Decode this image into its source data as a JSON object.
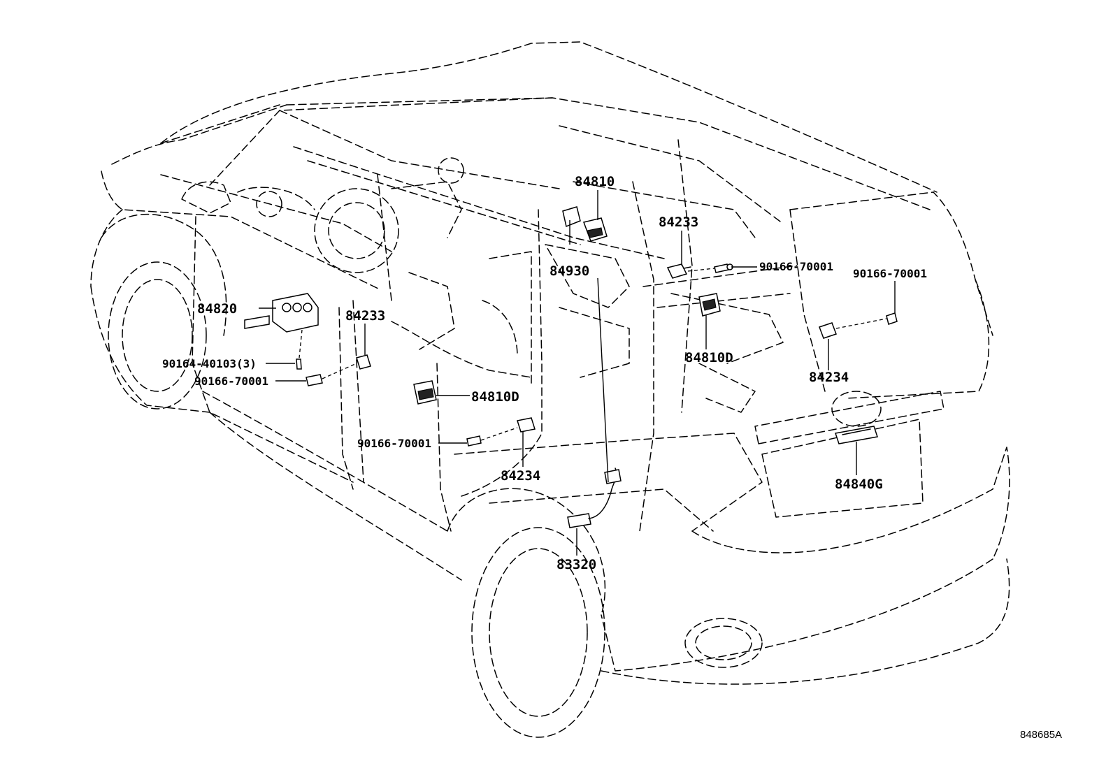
{
  "diagram_id": "848685A",
  "callouts": [
    {
      "id": "c-84810-top",
      "text": "84810"
    },
    {
      "id": "c-84233-right",
      "text": "84233"
    },
    {
      "id": "c-90166-a",
      "text": "90166-70001"
    },
    {
      "id": "c-90166-b",
      "text": "90166-70001"
    },
    {
      "id": "c-84930",
      "text": "84930"
    },
    {
      "id": "c-84820",
      "text": "84820"
    },
    {
      "id": "c-84233-left",
      "text": "84233"
    },
    {
      "id": "c-90164",
      "text": "90164-40103(3)"
    },
    {
      "id": "c-90166-c",
      "text": "90166-70001"
    },
    {
      "id": "c-84810d-right",
      "text": "84810D"
    },
    {
      "id": "c-84234-right",
      "text": "84234"
    },
    {
      "id": "c-84810d-front",
      "text": "84810D"
    },
    {
      "id": "c-90166-d",
      "text": "90166-70001"
    },
    {
      "id": "c-84234-front",
      "text": "84234"
    },
    {
      "id": "c-84840g",
      "text": "84840G"
    },
    {
      "id": "c-83320",
      "text": "83320"
    }
  ]
}
